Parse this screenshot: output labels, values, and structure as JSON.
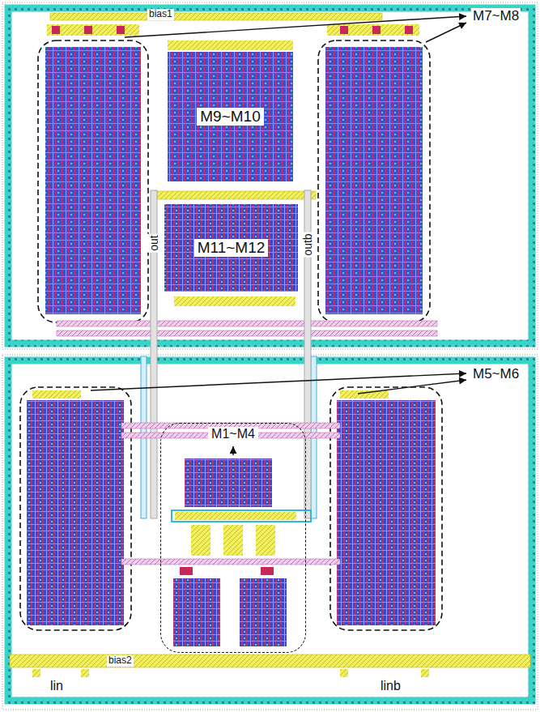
{
  "diagram": {
    "nodes": [
      {
        "text": [
          "M9~M10"
        ]
      },
      {
        "text": [
          "M11~M12"
        ]
      },
      {
        "text": [
          "M1~M4"
        ]
      }
    ],
    "labels": [
      "M7~M8",
      "bias1",
      "out",
      "outb",
      "M5~M6",
      "bias2",
      "lin",
      "linb"
    ]
  }
}
